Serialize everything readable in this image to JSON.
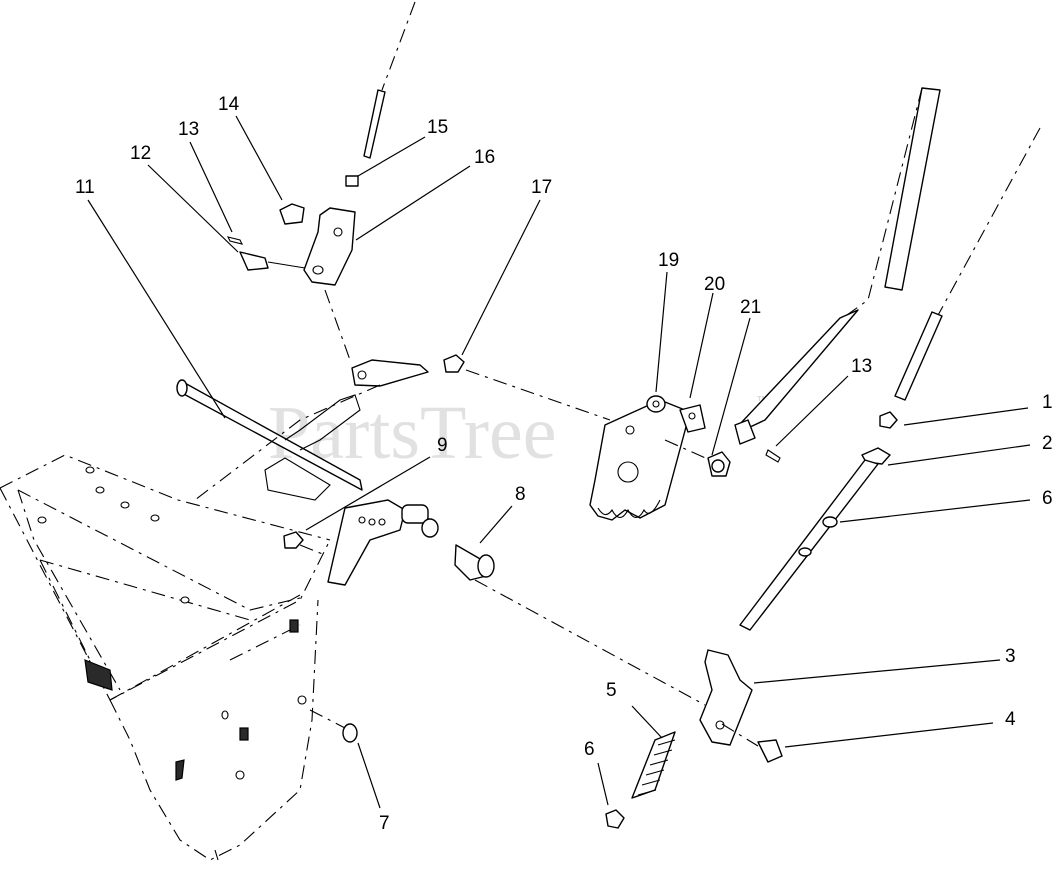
{
  "watermark": {
    "text": "PartsTree",
    "trademark": "™"
  },
  "callouts": [
    {
      "id": "1",
      "label": "1"
    },
    {
      "id": "2",
      "label": "2"
    },
    {
      "id": "3",
      "label": "3"
    },
    {
      "id": "4",
      "label": "4"
    },
    {
      "id": "5",
      "label": "5"
    },
    {
      "id": "6a",
      "label": "6"
    },
    {
      "id": "6b",
      "label": "6"
    },
    {
      "id": "7",
      "label": "7"
    },
    {
      "id": "8",
      "label": "8"
    },
    {
      "id": "9",
      "label": "9"
    },
    {
      "id": "11",
      "label": "11"
    },
    {
      "id": "12",
      "label": "12"
    },
    {
      "id": "13a",
      "label": "13"
    },
    {
      "id": "13b",
      "label": "13"
    },
    {
      "id": "14",
      "label": "14"
    },
    {
      "id": "15",
      "label": "15"
    },
    {
      "id": "16",
      "label": "16"
    },
    {
      "id": "17",
      "label": "17"
    },
    {
      "id": "19",
      "label": "19"
    },
    {
      "id": "20",
      "label": "20"
    },
    {
      "id": "21",
      "label": "21"
    }
  ]
}
